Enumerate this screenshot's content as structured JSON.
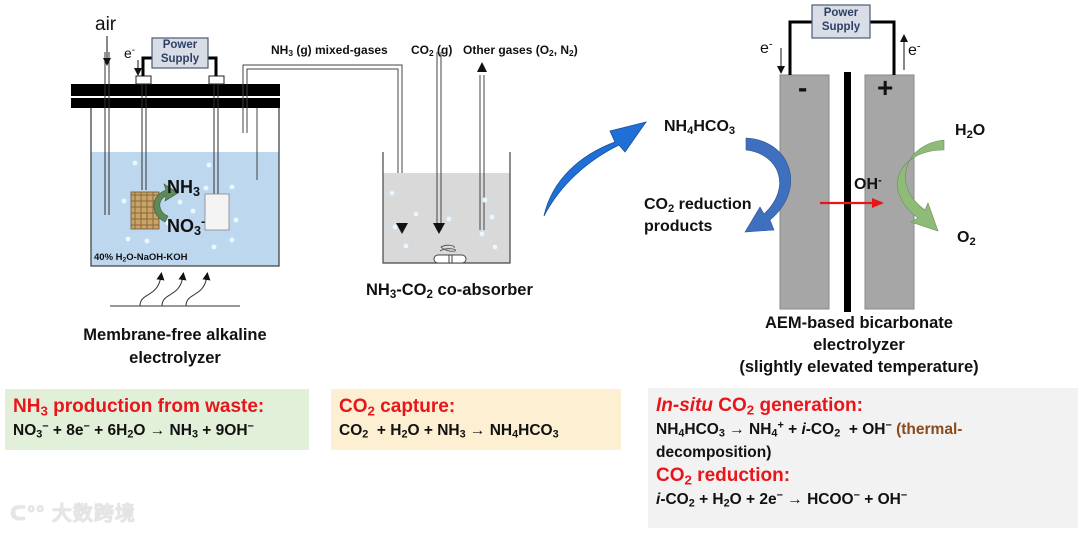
{
  "left_cell": {
    "air_label": "air",
    "electron_label": "e",
    "electron_sup": "-",
    "power_supply_line1": "Power",
    "power_supply_line2": "Supply",
    "product_label": "NH",
    "product_sub": "3",
    "reactant_label": "NO",
    "reactant_sub": "3",
    "reactant_sup": "-",
    "electrolyte_label_pre": "40% H",
    "electrolyte_label_sub": "2",
    "electrolyte_label_post": "O-NaOH-KOH",
    "caption_line1": "Membrane-free alkaline",
    "caption_line2": "electrolyzer",
    "colors": {
      "electrolyte": "#bcd7ee",
      "catalyst": "#c9a46a",
      "anode": "#f2f2f2",
      "arrow": "#5e8a5a",
      "bubble": "#e7f6ff"
    }
  },
  "gas_labels": {
    "nh3_pre": "NH",
    "nh3_sub": "3",
    "nh3_post": " (g) mixed-gases",
    "co2_pre": "CO",
    "co2_sub": "2",
    "co2_post": " (g)",
    "other_pre": "Other gases (O",
    "other_sub1": "2",
    "other_mid": ", N",
    "other_sub2": "2",
    "other_post": ")"
  },
  "absorber": {
    "caption_pre": "NH",
    "caption_sub1": "3",
    "caption_mid": "-CO",
    "caption_sub2": "2",
    "caption_post": " co-absorber",
    "colors": {
      "liquid": "#d9d9d9"
    }
  },
  "right_cell": {
    "power_supply_line1": "Power",
    "power_supply_line2": "Supply",
    "electron_left": "e",
    "electron_right": "e",
    "electron_sup": "-",
    "cathode_sign": "-",
    "anode_sign": "+",
    "input_left_pre": "NH",
    "input_left_sub1": "4",
    "input_left_mid": "HCO",
    "input_left_sub2": "3",
    "output_left_line1_pre": "CO",
    "output_left_line1_sub": "2",
    "output_left_line1_post": " reduction",
    "output_left_line2": "products",
    "ion_label": "OH",
    "ion_sup": "-",
    "input_right_pre": "H",
    "input_right_sub": "2",
    "input_right_post": "O",
    "output_right_pre": "O",
    "output_right_sub": "2",
    "caption_line1": "AEM-based bicarbonate",
    "caption_line2": "electrolyzer",
    "caption_line3": "(slightly elevated temperature)",
    "colors": {
      "electrode": "#a6a6a6",
      "membrane": "#000000",
      "cathode_arrow": "#3f6fbf",
      "anode_arrow": "#8fbb78",
      "ion_arrow": "#e8161b",
      "transfer_arrow": "#1f6fd6"
    }
  },
  "boxes": {
    "nh3_production": {
      "heading_pre": "NH",
      "heading_sub": "3",
      "heading_post": " production from waste:",
      "equation": {
        "a": "NO",
        "a_sub": "3",
        "a_sup": "−",
        "b": " + 8e",
        "b_sup": "−",
        "c": " + 6H",
        "c_sub": "2",
        "d": "O → NH",
        "d_sub": "3",
        "e": " + 9OH",
        "e_sup": "−"
      },
      "bg": "#e2efd9"
    },
    "co2_capture": {
      "heading_pre": "CO",
      "heading_sub": "2",
      "heading_post": " capture:",
      "equation": {
        "a": "CO",
        "a_sub": "2",
        "b": "  + H",
        "b_sub": "2",
        "c": "O + NH",
        "c_sub": "3",
        "d": " → NH",
        "d_sub": "4",
        "e": "HCO",
        "e_sub": "3"
      },
      "bg": "#fdefd1"
    },
    "co2_generation": {
      "heading_italic": "In-situ",
      "heading_pre": " CO",
      "heading_sub": "2",
      "heading_post": " generation:",
      "equation1": {
        "a": "NH",
        "a_sub": "4",
        "b": "HCO",
        "b_sub": "3",
        "c": " → NH",
        "c_sub": "4",
        "c_sup": "+",
        "d": " + ",
        "d_italic": "i",
        "e": "-CO",
        "e_sub": "2",
        "f": "  + OH",
        "f_sup": "−",
        "note1": " (thermal-",
        "note2": "decomposition)"
      },
      "heading2_pre": "CO",
      "heading2_sub": "2",
      "heading2_post": " reduction:",
      "equation2": {
        "a_italic": "i",
        "a": "-CO",
        "a_sub": "2",
        "b": " + H",
        "b_sub": "2",
        "c": "O + 2e",
        "c_sup": "−",
        "d": " → HCOO",
        "d_sup": "−",
        "e": " + OH",
        "e_sup": "−"
      },
      "bg": "#f2f2f2"
    }
  },
  "watermark": "大数跨境"
}
